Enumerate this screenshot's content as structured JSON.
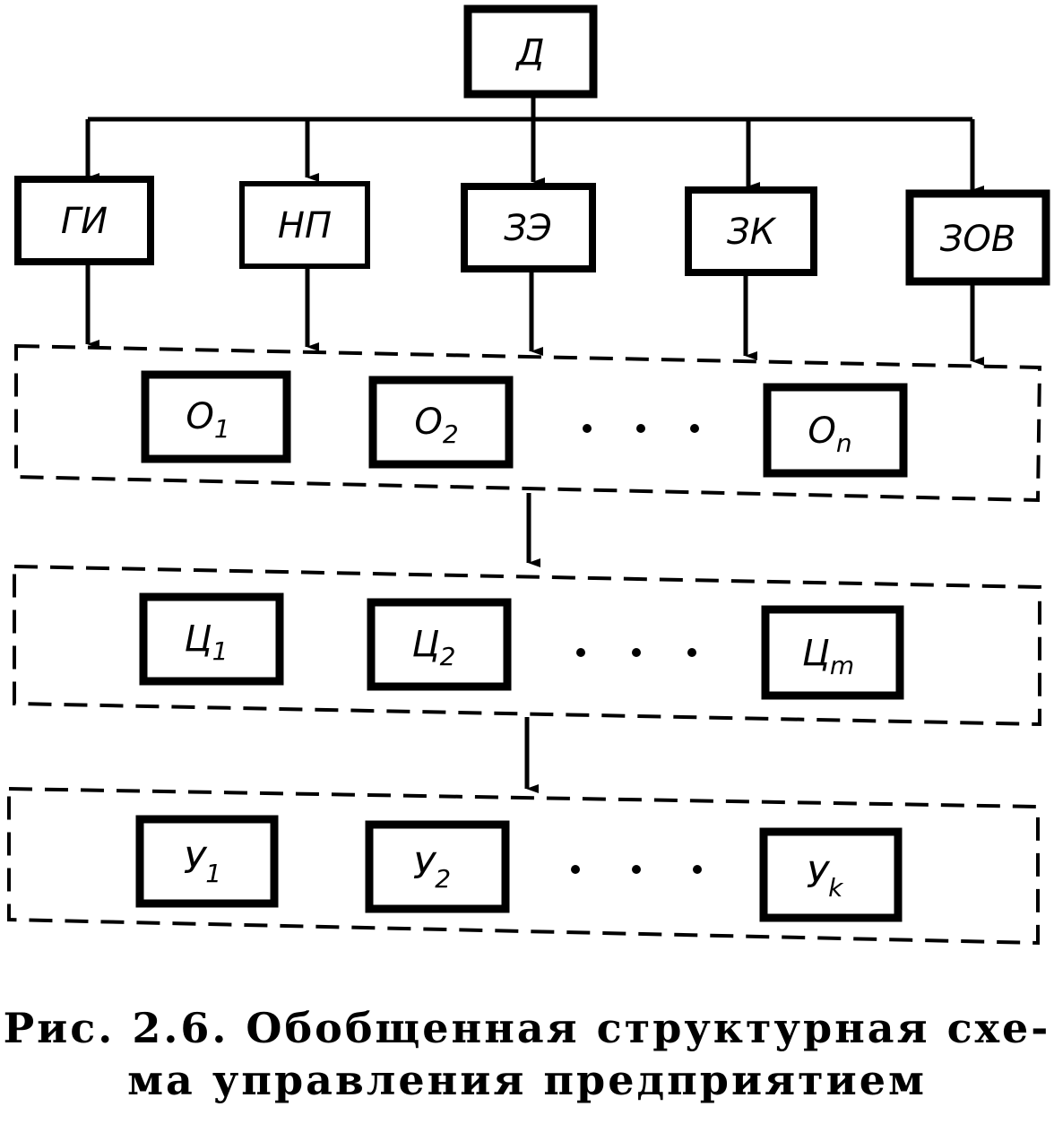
{
  "top": {
    "letter": "Д"
  },
  "departments": [
    {
      "label": "ГИ"
    },
    {
      "label": "НП"
    },
    {
      "label": "ЗЭ"
    },
    {
      "label": "ЗК"
    },
    {
      "label": "ЗОВ"
    }
  ],
  "groups": [
    {
      "letter": "О",
      "subs": [
        "1",
        "2",
        "n"
      ]
    },
    {
      "letter": "Ц",
      "subs": [
        "1",
        "2",
        "m"
      ]
    },
    {
      "letter": "У",
      "subs": [
        "1",
        "2",
        "k"
      ]
    }
  ],
  "caption": {
    "line1": "Рис. 2.6. Обобщенная структурная схе-",
    "line2": "ма управления предприятием"
  }
}
